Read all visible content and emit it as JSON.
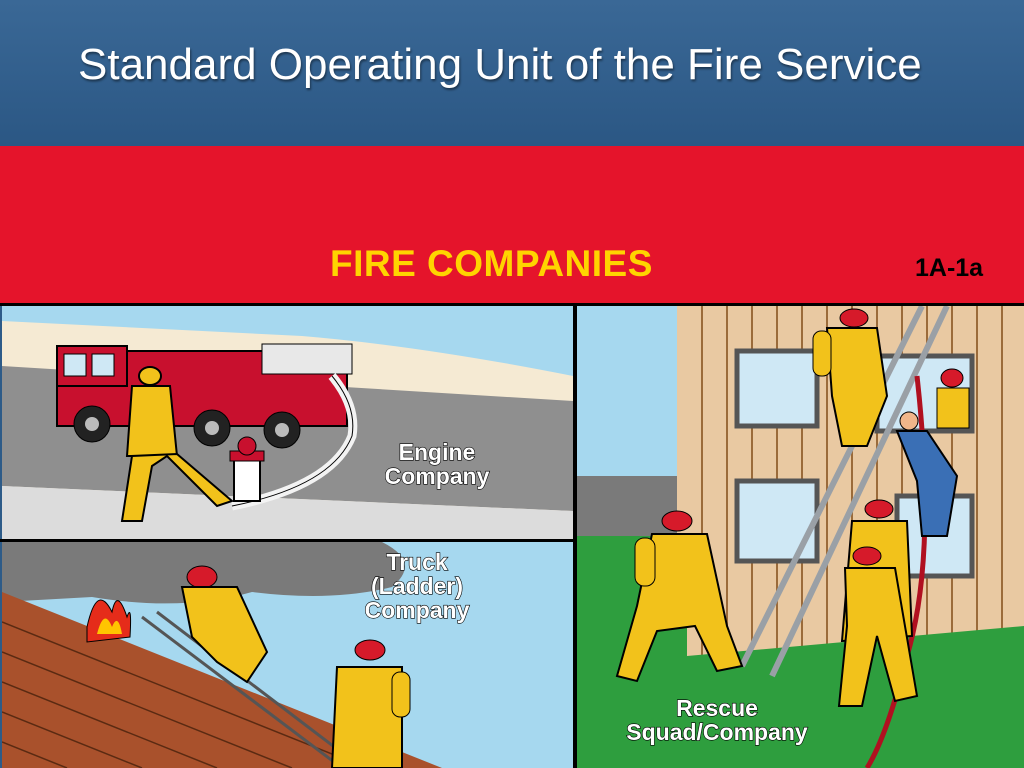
{
  "slide": {
    "title": "Standard Operating Unit of the Fire Service"
  },
  "banner": {
    "title": "FIRE COMPANIES",
    "code": "1A-1a"
  },
  "panels": {
    "engine": {
      "label": "Engine\nCompany"
    },
    "truck": {
      "label": "Truck\n(Ladder)\nCompany"
    },
    "rescue": {
      "label": "Rescue\nSquad/Company"
    }
  },
  "colors": {
    "header_blue": "#2d5b88",
    "banner_red": "#e5142b",
    "banner_title_yellow": "#ffd400",
    "firefighter_yellow": "#f2c21b",
    "sky_blue": "#a6d8ef",
    "grass_green": "#2e9e3e"
  }
}
